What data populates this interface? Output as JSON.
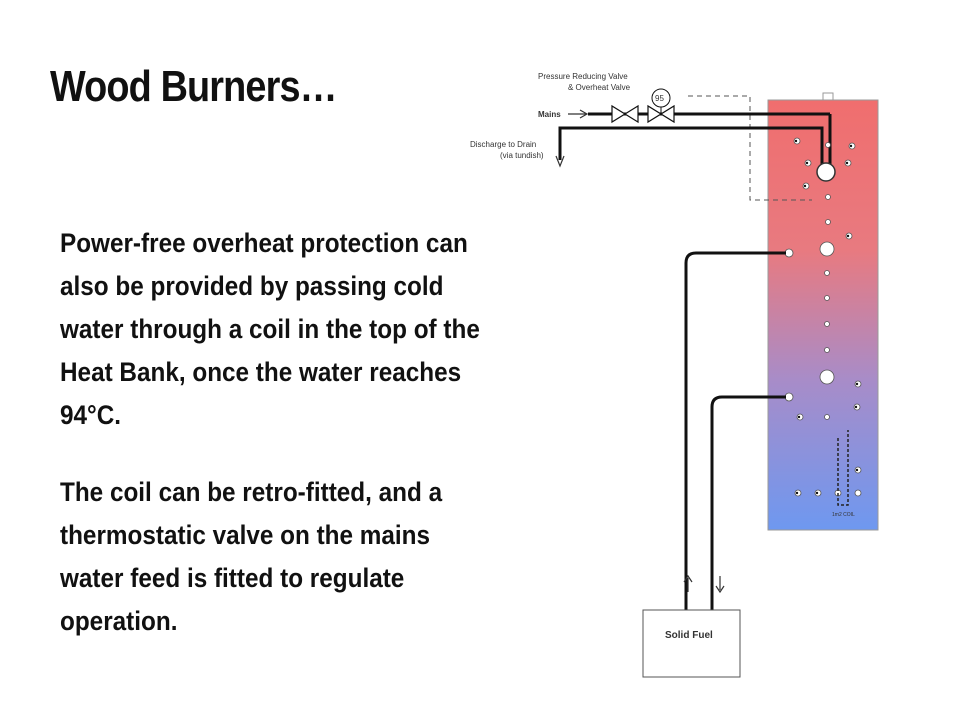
{
  "title": "Wood Burners…",
  "paragraph1": [
    "Power-free overheat protection can",
    "also be provided by passing cold",
    "water through a coil in the top of the",
    "Heat Bank, once the water reaches",
    "94°C."
  ],
  "paragraph2": [
    "The coil can be retro-fitted, and a",
    "thermostatic valve on the mains",
    "water feed is fitted to regulate",
    "operation."
  ],
  "diagram": {
    "valve_label_line1": "Pressure Reducing Valve",
    "valve_label_line2": "& Overheat Valve",
    "valve_setting": "95",
    "mains_label": "Mains",
    "discharge_label_line1": "Discharge to Drain",
    "discharge_label_line2": "(via tundish)",
    "boiler_label": "Solid Fuel",
    "coil_label": "1m2 COIL",
    "colors": {
      "tank_top": "#f06e6e",
      "tank_bottom": "#6e98f0",
      "pipe": "#111111"
    }
  }
}
